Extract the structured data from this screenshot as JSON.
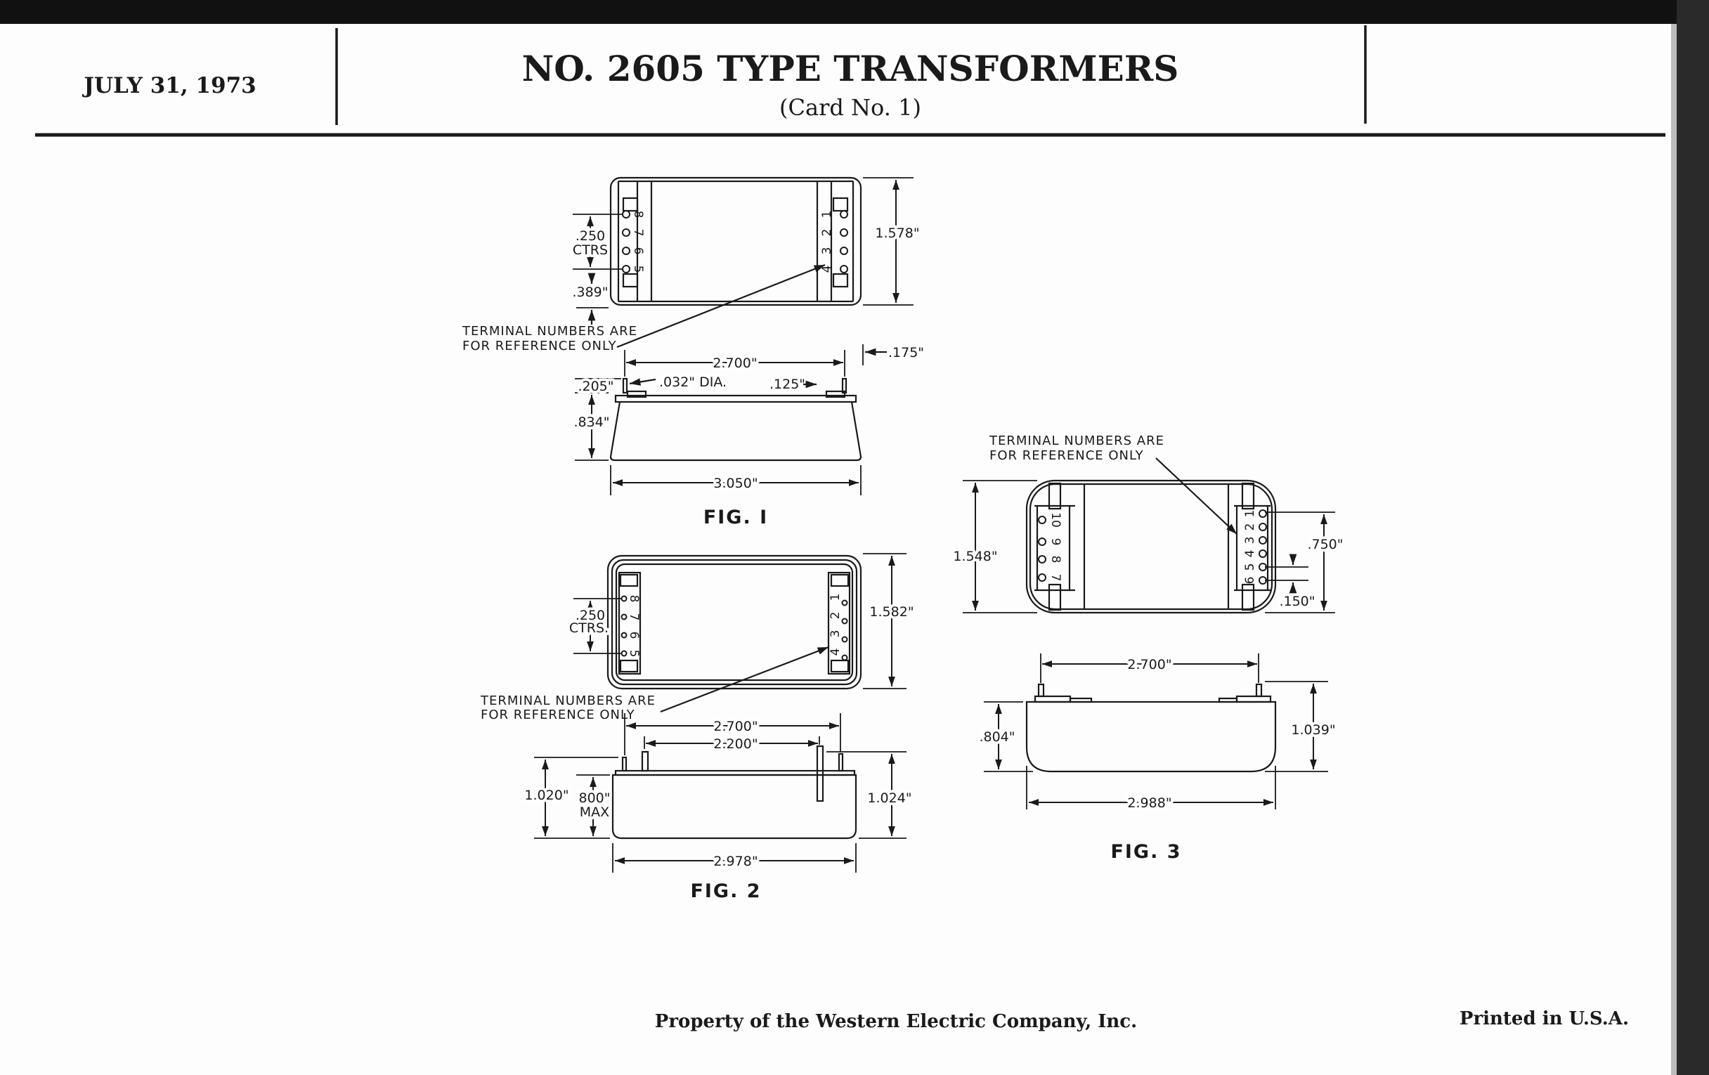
{
  "header": {
    "date": "JULY 31, 1973",
    "title": "NO. 2605 TYPE TRANSFORMERS",
    "subtitle": "(Card No. 1)"
  },
  "note": {
    "line1": "TERMINAL NUMBERS ARE",
    "line2": "FOR REFERENCE ONLY"
  },
  "fig1": {
    "label": "FIG. I",
    "height_top": "1.578\"",
    "ctrs_value": ".250",
    "ctrs_label": "CTRS",
    "edge_offset": ".389\"",
    "pin_span": "2.700\"",
    "pin_inset": ".175\"",
    "pin_height": ".205\"",
    "pin_dia": ".032\" DIA.",
    "pin_offset": ".125\"",
    "body_height": ".834\"",
    "width": "3.050\"",
    "terminals_left": [
      "8",
      "7",
      "6",
      "5"
    ],
    "terminals_right": [
      "1",
      "2",
      "3",
      "4"
    ]
  },
  "fig2": {
    "label": "FIG. 2",
    "height_top": "1.582\"",
    "ctrs_value": ".250",
    "ctrs_label": "CTRS.",
    "pin_span": "2.700\"",
    "stud_span": "2.200\"",
    "overall_height_left": "1.020\"",
    "body_height": "800\"",
    "body_height_note": "MAX",
    "overall_height_right": "1.024\"",
    "width": "2.978\"",
    "terminals_left": [
      "8",
      "7",
      "6",
      "5"
    ],
    "terminals_right": [
      "1",
      "2",
      "3",
      "4"
    ]
  },
  "fig3": {
    "label": "FIG. 3",
    "height_top": "1.548\"",
    "terminal_span": ".750\"",
    "terminal_pitch": ".150\"",
    "pin_span": "2.700\"",
    "body_height": ".804\"",
    "overall_height": "1.039\"",
    "width": "2.988\"",
    "terminals_left": [
      "10",
      "9",
      "8",
      "7"
    ],
    "terminals_right": [
      "1",
      "2",
      "3",
      "4",
      "5",
      "6"
    ]
  },
  "footer": {
    "property": "Property of the Western Electric Company, Inc.",
    "printed": "Printed in U.S.A."
  }
}
